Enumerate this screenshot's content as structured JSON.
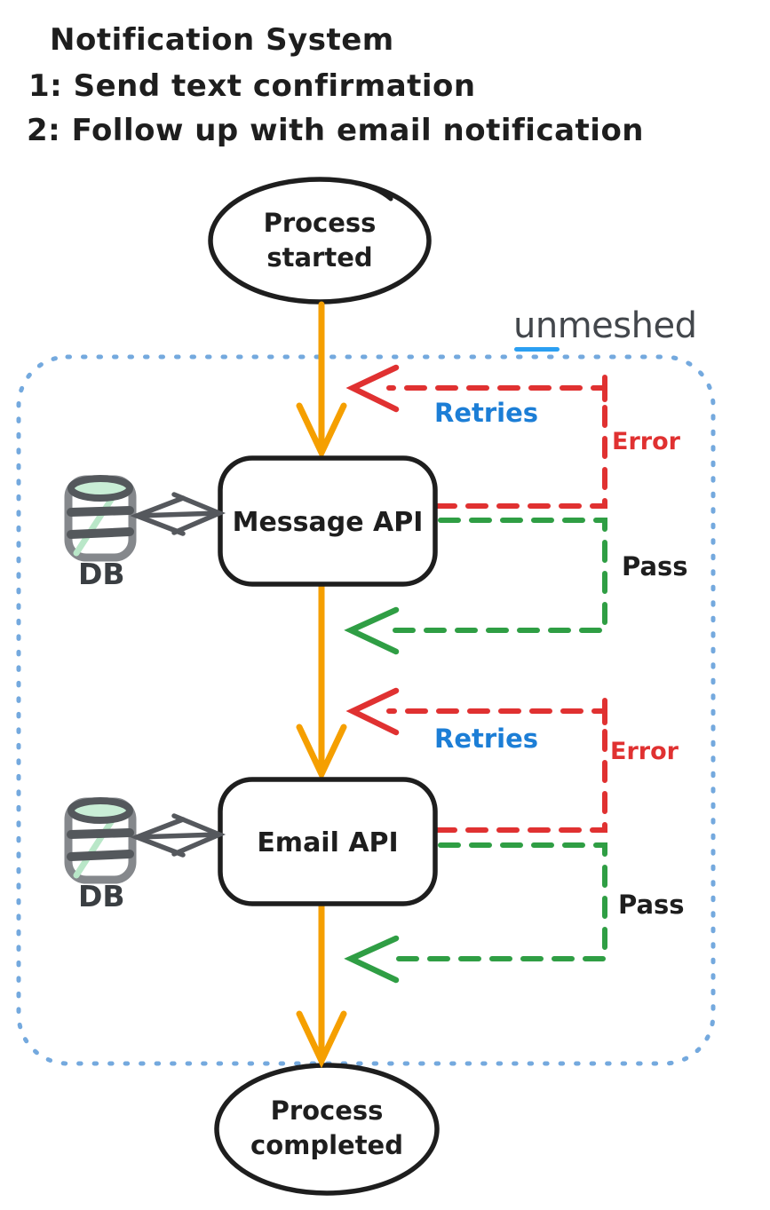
{
  "title": {
    "line1": "Notification System",
    "line2": "1: Send text confirmation",
    "line3": "2: Follow up with email notification"
  },
  "brand": {
    "wordmark": "unmeshed"
  },
  "nodes": {
    "start_label": "Process\nstarted",
    "message_api_label": "Message API",
    "email_api_label": "Email API",
    "end_label": "Process\ncompleted",
    "db_label": "DB"
  },
  "edges": {
    "retries_label": "Retries",
    "error_label": "Error",
    "pass_label": "Pass"
  },
  "colors": {
    "ink": "#1e1e1e",
    "orange": "#f59f00",
    "red": "#e03131",
    "green": "#2f9e44",
    "blue_text": "#1c7ed6",
    "container_dots": "#74a9de",
    "db_gray": "#54585c",
    "db_green_fill": "#c9eed6",
    "brand_gray": "#43474c",
    "brand_underline": "#2b9ff2"
  }
}
